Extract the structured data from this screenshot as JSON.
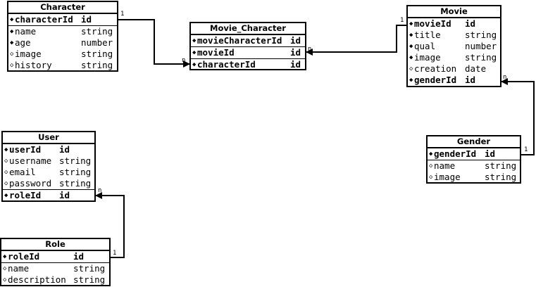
{
  "entities": [
    {
      "id": "character",
      "title": "Character",
      "fields": [
        {
          "name": "characterId",
          "type": "id",
          "key": true,
          "marker": "◆"
        },
        {
          "name": "name",
          "type": "string",
          "key": false,
          "marker": "◆"
        },
        {
          "name": "age",
          "type": "number",
          "key": false,
          "marker": "◆"
        },
        {
          "name": "image",
          "type": "string",
          "key": false,
          "marker": "◇"
        },
        {
          "name": "history",
          "type": "string",
          "key": false,
          "marker": "◇"
        }
      ]
    },
    {
      "id": "movie_character",
      "title": "Movie_Character",
      "fields": [
        {
          "name": "movieCharacterId",
          "type": "id",
          "key": true,
          "marker": "◆"
        },
        {
          "name": "movieId",
          "type": "id",
          "key": true,
          "marker": "◆"
        },
        {
          "name": "characterId",
          "type": "id",
          "key": true,
          "marker": "◆"
        }
      ]
    },
    {
      "id": "movie",
      "title": "Movie",
      "fields": [
        {
          "name": "movieId",
          "type": "id",
          "key": true,
          "marker": "◆"
        },
        {
          "name": "title",
          "type": "string",
          "key": false,
          "marker": "◆"
        },
        {
          "name": "qual",
          "type": "number",
          "key": false,
          "marker": "◆"
        },
        {
          "name": "image",
          "type": "string",
          "key": false,
          "marker": "◆"
        },
        {
          "name": "creation",
          "type": "date",
          "key": false,
          "marker": "◇"
        },
        {
          "name": "genderId",
          "type": "id",
          "key": true,
          "marker": "◆"
        }
      ]
    },
    {
      "id": "user",
      "title": "User",
      "fields": [
        {
          "name": "userId",
          "type": "id",
          "key": true,
          "marker": "◆"
        },
        {
          "name": "username",
          "type": "string",
          "key": false,
          "marker": "◇"
        },
        {
          "name": "email",
          "type": "string",
          "key": false,
          "marker": "◇"
        },
        {
          "name": "password",
          "type": "string",
          "key": false,
          "marker": "◇"
        },
        {
          "name": "roleId",
          "type": "id",
          "key": true,
          "marker": "◆"
        }
      ]
    },
    {
      "id": "gender",
      "title": "Gender",
      "fields": [
        {
          "name": "genderId",
          "type": "id",
          "key": true,
          "marker": "◆"
        },
        {
          "name": "name",
          "type": "string",
          "key": false,
          "marker": "◇"
        },
        {
          "name": "image",
          "type": "string",
          "key": false,
          "marker": "◇"
        }
      ]
    },
    {
      "id": "role",
      "title": "Role",
      "fields": [
        {
          "name": "roleId",
          "type": "id",
          "key": true,
          "marker": "◆"
        },
        {
          "name": "name",
          "type": "string",
          "key": false,
          "marker": "◇"
        },
        {
          "name": "description",
          "type": "string",
          "key": false,
          "marker": "◇"
        }
      ]
    }
  ],
  "relationships": [
    {
      "from": "character",
      "to": "movie_character",
      "from_label": "1",
      "to_label": "n"
    },
    {
      "from": "movie",
      "to": "movie_character",
      "from_label": "1",
      "to_label": "n"
    },
    {
      "from": "gender",
      "to": "movie",
      "from_label": "1",
      "to_label": "n"
    },
    {
      "from": "role",
      "to": "user",
      "from_label": "1",
      "to_label": "n"
    }
  ]
}
